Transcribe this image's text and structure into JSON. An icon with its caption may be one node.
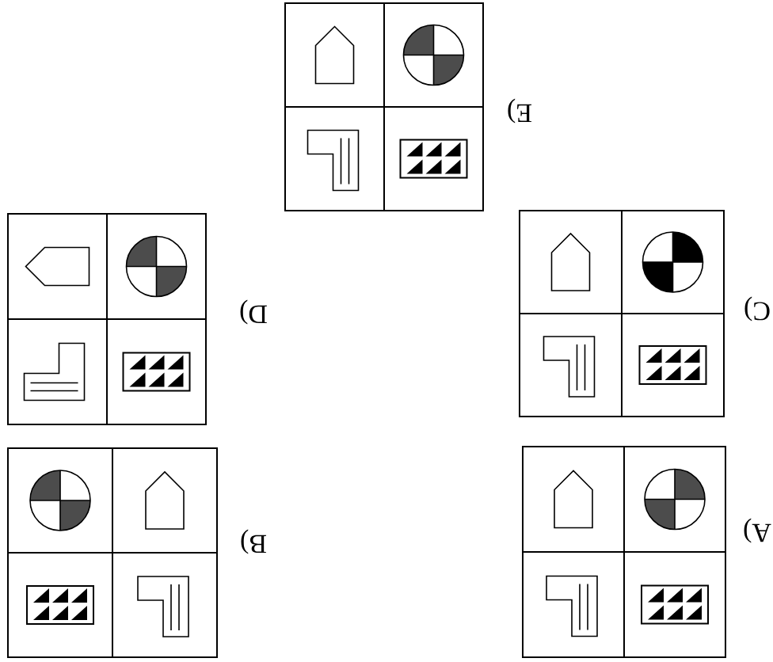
{
  "diagram": {
    "labels": [
      "E)",
      "D)",
      "C)",
      "B)",
      "A)"
    ]
  }
}
